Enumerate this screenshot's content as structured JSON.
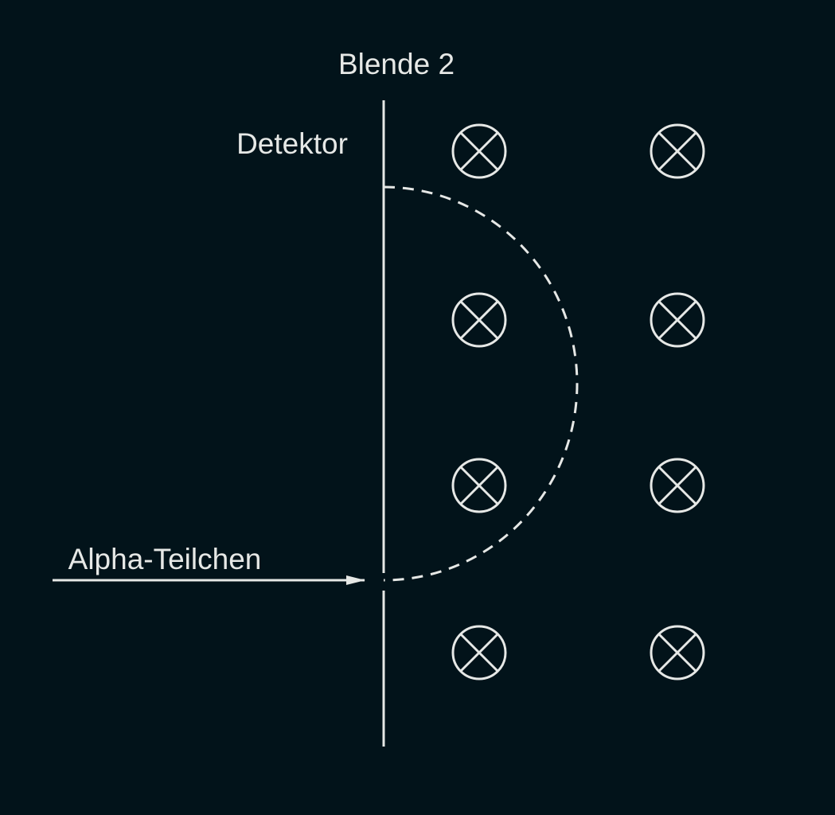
{
  "labels": {
    "aperture": "Blende 2",
    "detector": "Detektor",
    "particle": "Alpha-Teilchen"
  },
  "colors": {
    "background": "#02131a",
    "foreground": "#e6e8e6"
  },
  "magnetic_field": {
    "direction_symbol": "into-page-cross-circle",
    "rows": 4,
    "columns": 2
  },
  "trajectory": {
    "shape": "semicircle",
    "style": "dashed"
  }
}
